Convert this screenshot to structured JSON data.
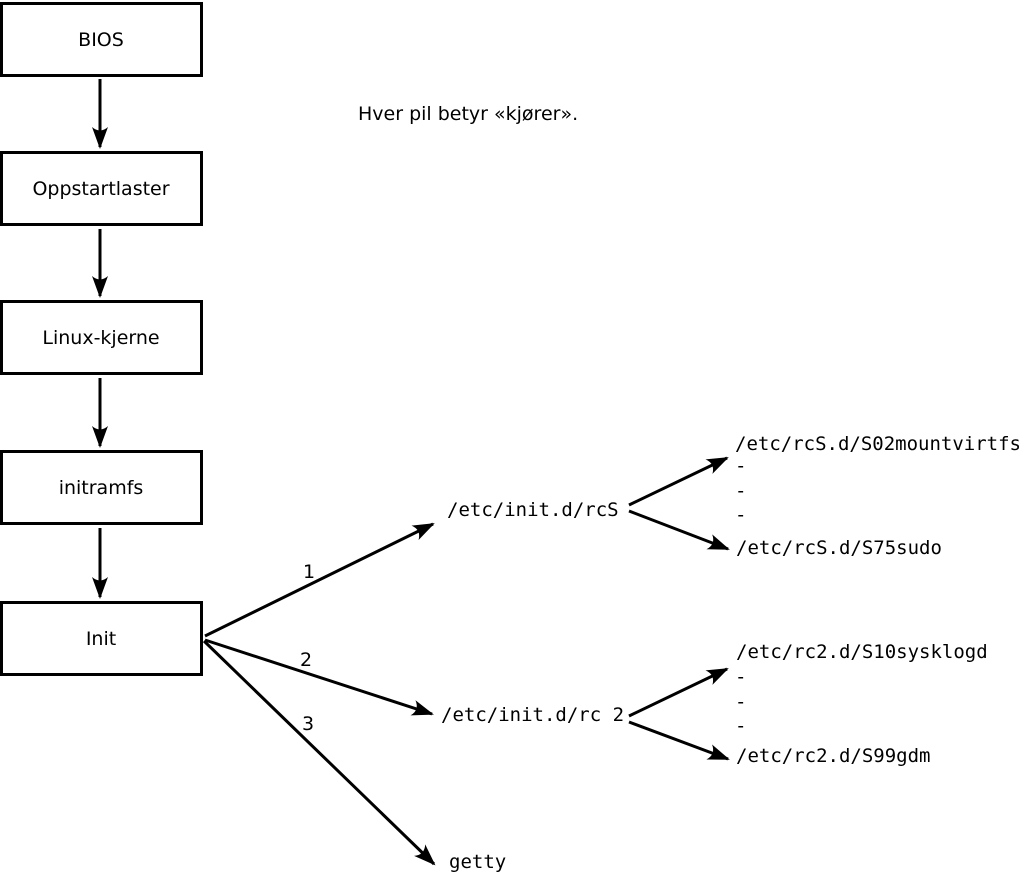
{
  "diagram": {
    "caption": "Hver pil betyr «kjører».",
    "boot_chain": [
      {
        "label": "BIOS"
      },
      {
        "label": "Oppstartlaster"
      },
      {
        "label": "Linux-kjerne"
      },
      {
        "label": "initramfs"
      },
      {
        "label": "Init"
      }
    ],
    "init_branches": [
      {
        "number": "1",
        "target": "/etc/init.d/rcS"
      },
      {
        "number": "2",
        "target": "/etc/init.d/rc 2"
      },
      {
        "number": "3",
        "target": "getty"
      }
    ],
    "rcS_group": {
      "first_script": "/etc/rcS.d/S02mountvirtfs",
      "dashes": [
        "-",
        "-",
        "-"
      ],
      "last_script": "/etc/rcS.d/S75sudo"
    },
    "rc2_group": {
      "first_script": "/etc/rc2.d/S10sysklogd",
      "dashes": [
        "-",
        "-",
        "-"
      ],
      "last_script": "/etc/rc2.d/S99gdm"
    },
    "colors": {
      "line": "#000000",
      "background": "#ffffff",
      "box_fill": "#ffffff"
    }
  }
}
